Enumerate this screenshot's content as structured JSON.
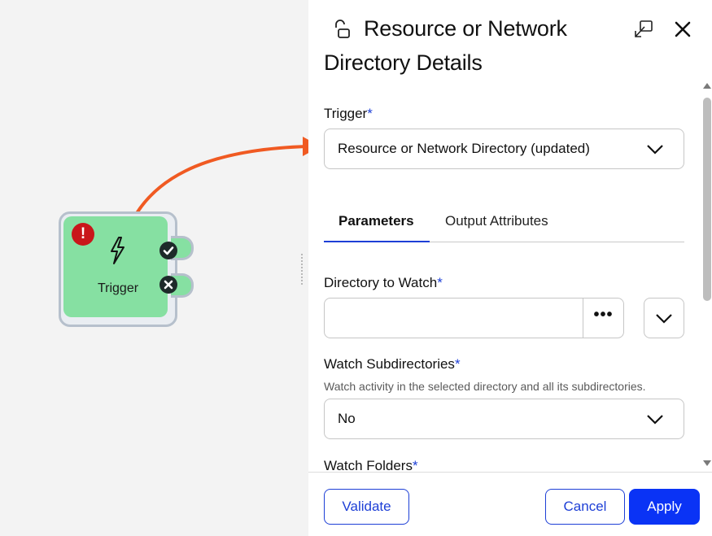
{
  "canvas": {
    "node": {
      "label": "Trigger",
      "error_badge": "!",
      "icon": "lightning-bolt-icon",
      "ports": [
        "check-circle-icon",
        "x-circle-icon"
      ],
      "fill_color": "#86e0a2",
      "error_color": "#c9161b"
    },
    "annotation_arrow_color": "#f05a22"
  },
  "panel": {
    "title_line1": "Resource or Network",
    "title_line2": "Directory Details",
    "icons": [
      "unlock-icon",
      "popout-icon",
      "close-icon"
    ],
    "trigger": {
      "label": "Trigger",
      "required_mark": "*",
      "value": "Resource or Network Directory (updated)"
    },
    "tabs": [
      {
        "label": "Parameters",
        "active": true
      },
      {
        "label": "Output Attributes",
        "active": false
      }
    ],
    "directory_to_watch": {
      "label": "Directory to Watch",
      "required_mark": "*",
      "value": "",
      "browse_label": "•••"
    },
    "watch_subdirectories": {
      "label": "Watch Subdirectories",
      "required_mark": "*",
      "help": "Watch activity in the selected directory and all its subdirectories.",
      "value": "No"
    },
    "watch_folders": {
      "label": "Watch Folders",
      "required_mark": "*"
    },
    "footer": {
      "validate_label": "Validate",
      "cancel_label": "Cancel",
      "apply_label": "Apply"
    },
    "accent_color": "#1d3fd6",
    "primary_button_color": "#0a33f5"
  }
}
